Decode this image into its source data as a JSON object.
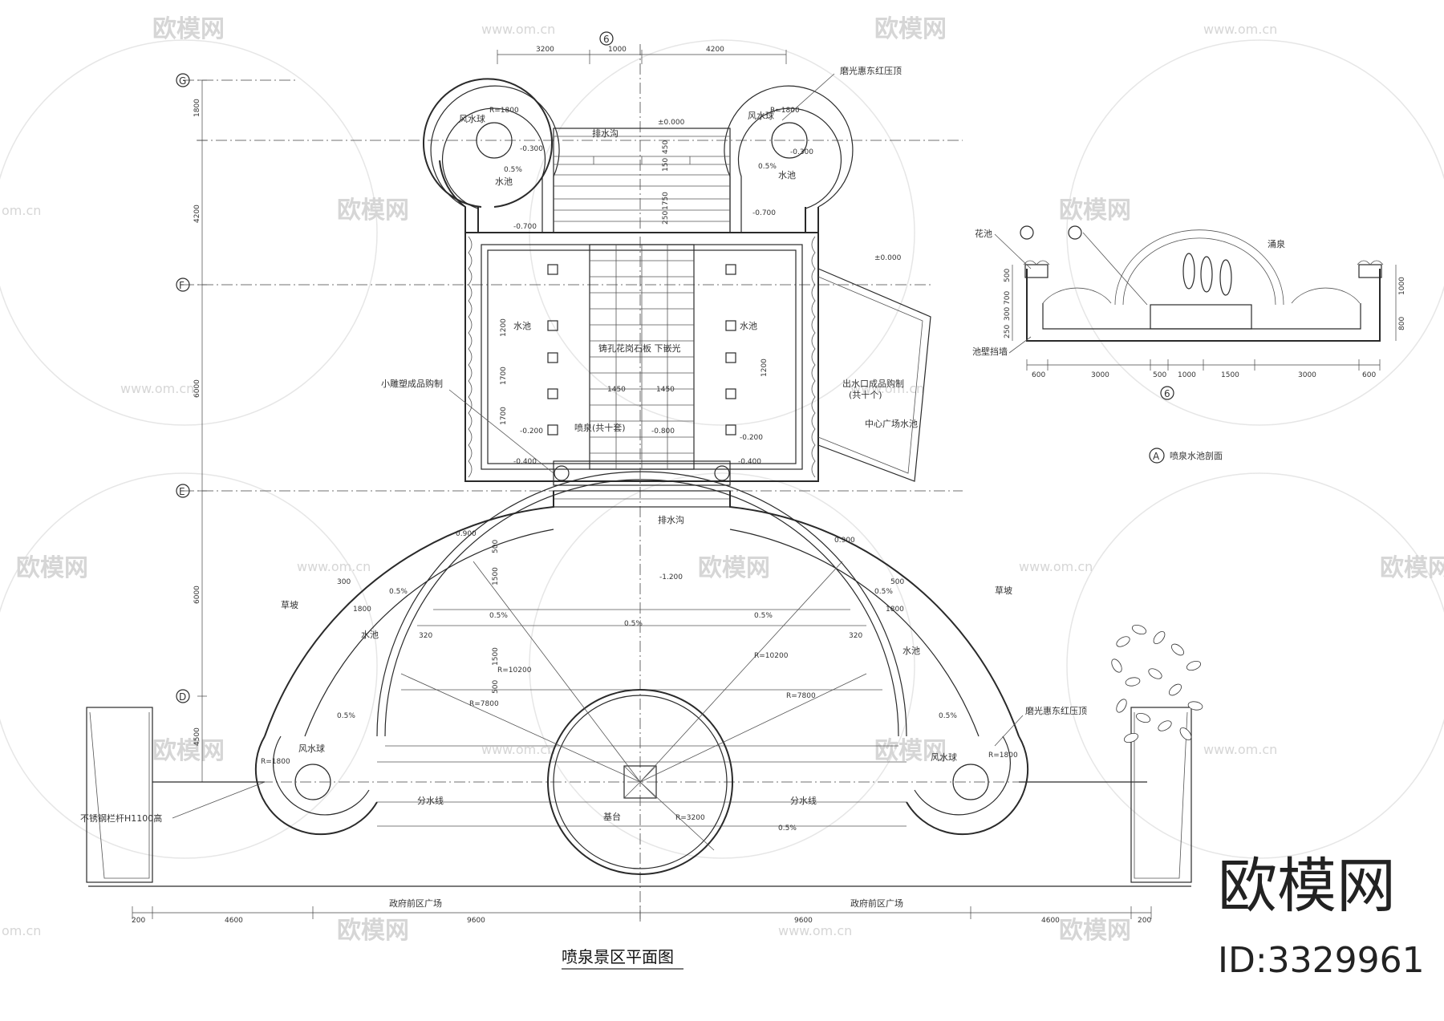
{
  "title": "喷泉景区平面图",
  "brand": {
    "name": "欧模网",
    "id": "ID:3329961"
  },
  "watermark": {
    "text": "欧模网",
    "url": "www.om.cn",
    "url_short": "om.cn"
  },
  "axes": {
    "top": "6",
    "left": [
      "G",
      "F",
      "E",
      "D"
    ]
  },
  "top_dims": [
    "3200",
    "1000",
    "4200"
  ],
  "left_dims": [
    "1800",
    "4200",
    "6000",
    "6000",
    "4500"
  ],
  "bottom_dims": [
    "200",
    "4600",
    "9600",
    "9600",
    "4600",
    "200"
  ],
  "labels": {
    "fengshui_ball_tl": "风水球",
    "fengshui_ball_tr": "风水球",
    "fengshui_ball_bl": "风水球",
    "fengshui_ball_br": "风水球",
    "pool_tl": "水池",
    "pool_tr": "水池",
    "pool_ml": "水池",
    "pool_mr": "水池",
    "pool_arc_l": "水池",
    "pool_arc_r": "水池",
    "granite_top": "磨光惠东红压顶",
    "granite_right": "磨光惠东红压顶",
    "drain_top": "排水沟",
    "drain_bottom": "排水沟",
    "grate": "铸孔花岗石板 下嵌光",
    "fountain_pipe": "喷泉(共十套)",
    "outlet": "出水口成品购制",
    "outlet2": "(共十个)",
    "small_stone": "小雕塑成品购制",
    "center_pool": "中心广场水池",
    "lawn_l": "草坡",
    "lawn_r": "草坡",
    "divide_l": "分水线",
    "divide_r": "分水线",
    "platform": "基台",
    "railing": "不锈钢栏杆H1100高",
    "plaza_l": "政府前区广场",
    "plaza_r": "政府前区广场"
  },
  "levels": {
    "p_top_l": "-0.300",
    "p_top_r": "-0.300",
    "p_top_c": "±0.000",
    "p_right": "±0.000",
    "p_ml": "-0.700",
    "p_mr": "-0.700",
    "p_sl": "-0.200",
    "p_sr": "-0.200",
    "p_c": "-0.800",
    "p_step": "-1.200",
    "p_bl": "-0.400",
    "p_br": "-0.400",
    "p_al": "0.900",
    "p_ar": "0.900"
  },
  "slopes": [
    "0.5%",
    "0.5%",
    "0.5%",
    "0.5%",
    "0.5%",
    "0.5%",
    "0.5%",
    "0.5%",
    "0.5%",
    "0.5%"
  ],
  "radii": {
    "r_top_l": "R=1800",
    "r_top_r": "R=1800",
    "r_bot_l": "R=1800",
    "r_bot_r": "R=1800",
    "r_big_l": "R=10200",
    "r_big_r": "R=10200",
    "r_mid_l": "R=7800",
    "r_mid_r": "R=7800",
    "r_center": "R=3200"
  },
  "section": {
    "title": "喷泉水池剖面",
    "marker": "A",
    "axis": "6",
    "label_planter": "花池",
    "label_fountain": "涌泉",
    "label_wall": "池壁挡墙",
    "dims_bottom": [
      "600",
      "3000",
      "500",
      "1000",
      "1500",
      "3000",
      "600"
    ],
    "dims_left": [
      "500",
      "700",
      "300",
      "250"
    ],
    "dims_right": [
      "1000",
      "800"
    ]
  },
  "misc_dims": [
    "450",
    "150",
    "1750",
    "250",
    "1200",
    "1200",
    "1700",
    "1700",
    "1450",
    "1450",
    "300",
    "500",
    "1800",
    "1800",
    "320",
    "320",
    "1500",
    "1500",
    "500",
    "500"
  ]
}
